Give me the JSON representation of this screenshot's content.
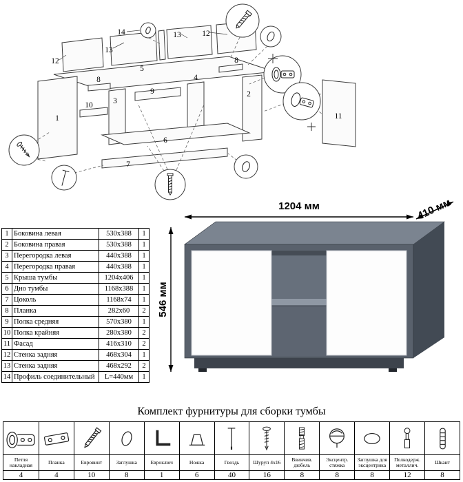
{
  "diagram": {
    "labels": [
      "14",
      "13",
      "12",
      "13",
      "12",
      "5",
      "8",
      "8",
      "9",
      "3",
      "10",
      "1",
      "2",
      "4",
      "6",
      "7",
      "11"
    ]
  },
  "render": {
    "width_label": "1204 мм",
    "depth_label": "410 мм",
    "height_label": "546 мм",
    "body_color": "#59616c",
    "door_color": "#fdfdfd"
  },
  "parts_table": {
    "rows": [
      {
        "num": "1",
        "name": "Боковина левая",
        "size": "530x388",
        "qty": "1"
      },
      {
        "num": "2",
        "name": "Боковина правая",
        "size": "530x388",
        "qty": "1"
      },
      {
        "num": "3",
        "name": "Перегородка левая",
        "size": "440x388",
        "qty": "1"
      },
      {
        "num": "4",
        "name": "Перегородка правая",
        "size": "440x388",
        "qty": "1"
      },
      {
        "num": "5",
        "name": "Крыша тумбы",
        "size": "1204x406",
        "qty": "1"
      },
      {
        "num": "6",
        "name": "Дно тумбы",
        "size": "1168x388",
        "qty": "1"
      },
      {
        "num": "7",
        "name": "Цоколь",
        "size": "1168x74",
        "qty": "1"
      },
      {
        "num": "8",
        "name": "Планка",
        "size": "282x60",
        "qty": "2"
      },
      {
        "num": "9",
        "name": "Полка средняя",
        "size": "570x380",
        "qty": "1"
      },
      {
        "num": "10",
        "name": "Полка крайняя",
        "size": "280x380",
        "qty": "2"
      },
      {
        "num": "11",
        "name": "Фасад",
        "size": "416x310",
        "qty": "2"
      },
      {
        "num": "12",
        "name": "Стенка задняя",
        "size": "468x304",
        "qty": "1"
      },
      {
        "num": "13",
        "name": "Стенка задняя",
        "size": "468x292",
        "qty": "2"
      },
      {
        "num": "14",
        "name": "Профиль соединительный",
        "size": "L=440мм",
        "qty": "1"
      }
    ]
  },
  "hardware": {
    "title": "Комплект фурнитуры для сборки тумбы",
    "items": [
      {
        "icon": "hinge-icon",
        "name": "Петля накладная",
        "qty": "4"
      },
      {
        "icon": "mounting-plate-icon",
        "name": "Планка",
        "qty": "4"
      },
      {
        "icon": "confirmat-screw-icon",
        "name": "Евровинт",
        "qty": "10"
      },
      {
        "icon": "cap-icon",
        "name": "Заглушка",
        "qty": "8"
      },
      {
        "icon": "hex-key-icon",
        "name": "Евроключ",
        "qty": "1"
      },
      {
        "icon": "foot-icon",
        "name": "Ножка",
        "qty": "6"
      },
      {
        "icon": "nail-icon",
        "name": "Гвоздь",
        "qty": "40"
      },
      {
        "icon": "screw-icon",
        "name": "Шуруп 4x16",
        "qty": "16"
      },
      {
        "icon": "screw-dowel-icon",
        "name": "Ввинчив. дюбель",
        "qty": "8"
      },
      {
        "icon": "cam-lock-icon",
        "name": "Эксцентр. стяжка",
        "qty": "8"
      },
      {
        "icon": "cam-cap-icon",
        "name": "Заглушка для эксцентрика",
        "qty": "8"
      },
      {
        "icon": "shelf-support-icon",
        "name": "Полкодерж. металлич.",
        "qty": "12"
      },
      {
        "icon": "dowel-icon",
        "name": "Шкант",
        "qty": "8"
      }
    ]
  }
}
